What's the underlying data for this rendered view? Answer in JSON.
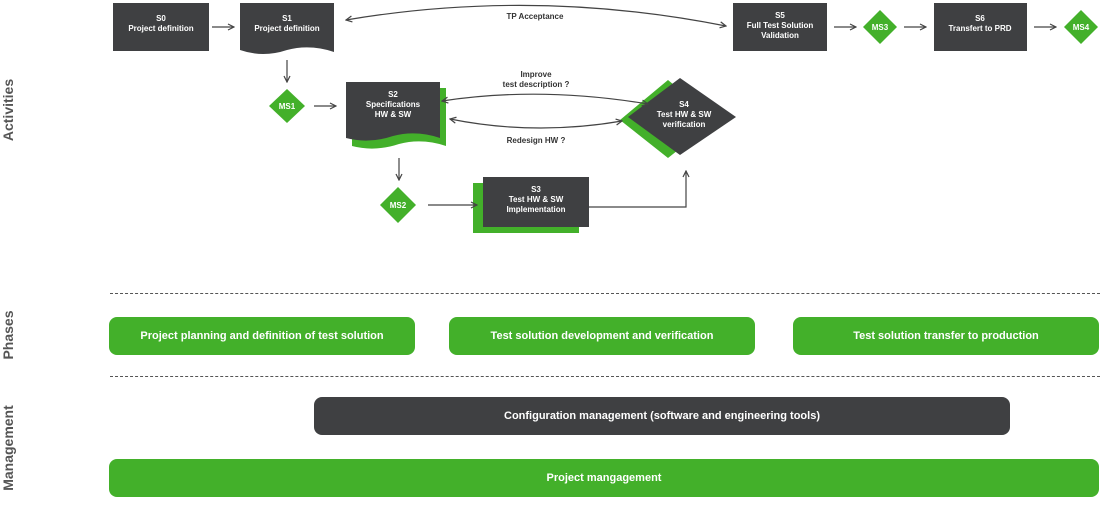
{
  "sections": {
    "activities": "Activities",
    "phases": "Phases",
    "management": "Management"
  },
  "colors": {
    "dark": "#3f4042",
    "green": "#43b02a",
    "line": "#444444"
  },
  "steps": {
    "s0": {
      "id": "S0",
      "label": "Project definition"
    },
    "s1": {
      "id": "S1",
      "label": "Project definition"
    },
    "s2": {
      "id": "S2",
      "line1": "Specifications",
      "line2": "HW & SW"
    },
    "s3": {
      "id": "S3",
      "line1": "Test HW & SW",
      "line2": "Implementation"
    },
    "s4": {
      "id": "S4",
      "line1": "Test HW & SW",
      "line2": "verification"
    },
    "s5": {
      "id": "S5",
      "line1": "Full Test Solution",
      "line2": "Validation"
    },
    "s6": {
      "id": "S6",
      "label": "Transfert to PRD"
    }
  },
  "milestones": {
    "ms1": "MS1",
    "ms2": "MS2",
    "ms3": "MS3",
    "ms4": "MS4"
  },
  "loops": {
    "tp_acceptance": "TP Acceptance",
    "improve_line1": "Improve",
    "improve_line2": "test description ?",
    "redesign": "Redesign HW ?"
  },
  "phases": [
    "Project planning and definition of test solution",
    "Test solution development and verification",
    "Test solution transfer to production"
  ],
  "management": {
    "configuration": "Configuration management (software and engineering tools)",
    "project": "Project mangagement"
  }
}
